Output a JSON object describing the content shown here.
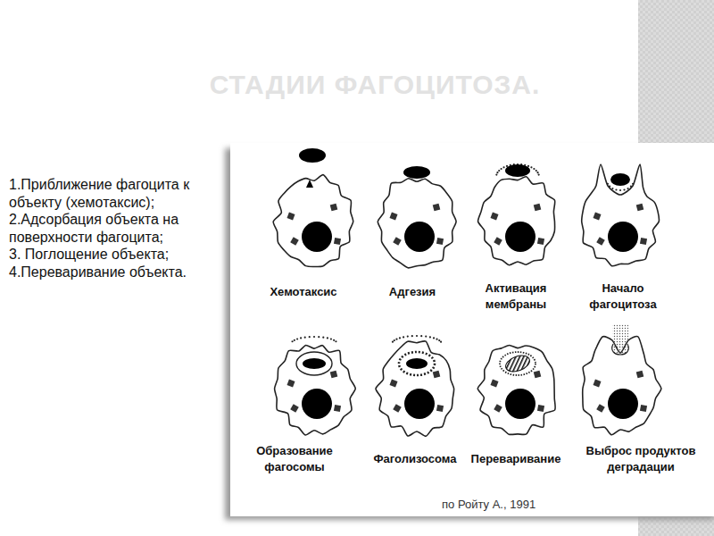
{
  "diagram": {
    "title": "СТАДИИ ФАГОЦИТОЗА.",
    "caption": "по Ройту А., 1991",
    "labels": [
      "1.Приближение фагоцита к объекту (хемотаксис);",
      "2.Адсорбация объекта на поверхности фагоцита;",
      "3. Поглощение объекта;",
      "4.Переваривание объекта.",
      "Хемотаксис",
      "Адгезия",
      "Активация мембраны",
      "Начало фагоцитоза",
      "Образование фагосомы",
      "Фаголизосома",
      "Переваривание",
      "Выброс продуктов деградации"
    ]
  }
}
